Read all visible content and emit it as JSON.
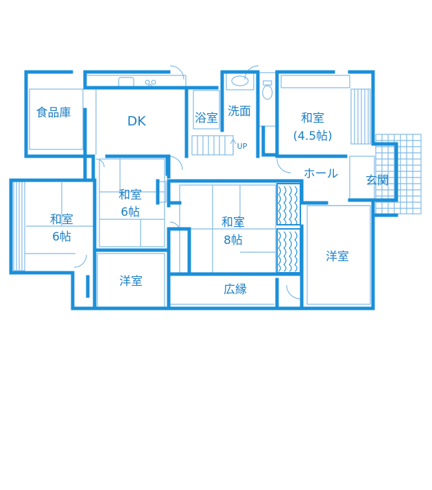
{
  "colors": {
    "wall": "#1b8fd8",
    "line": "#7fb9e6",
    "text": "#1b7fc6"
  },
  "rooms": {
    "pantry": "食品庫",
    "dk": "DK",
    "bath": "浴室",
    "washroom": "洗面",
    "washitsu_45": {
      "name": "和室",
      "size": "(4.5帖)"
    },
    "up": "UP",
    "hall": "ホール",
    "genkan": "玄関",
    "washitsu_6_left": {
      "name": "和室",
      "size": "6帖"
    },
    "washitsu_6_center": {
      "name": "和室",
      "size": "6帖"
    },
    "washitsu_8": {
      "name": "和室",
      "size": "8帖"
    },
    "youshitsu_right": "洋室",
    "youshitsu_bottom": "洋室",
    "hiroen": "広縁"
  }
}
